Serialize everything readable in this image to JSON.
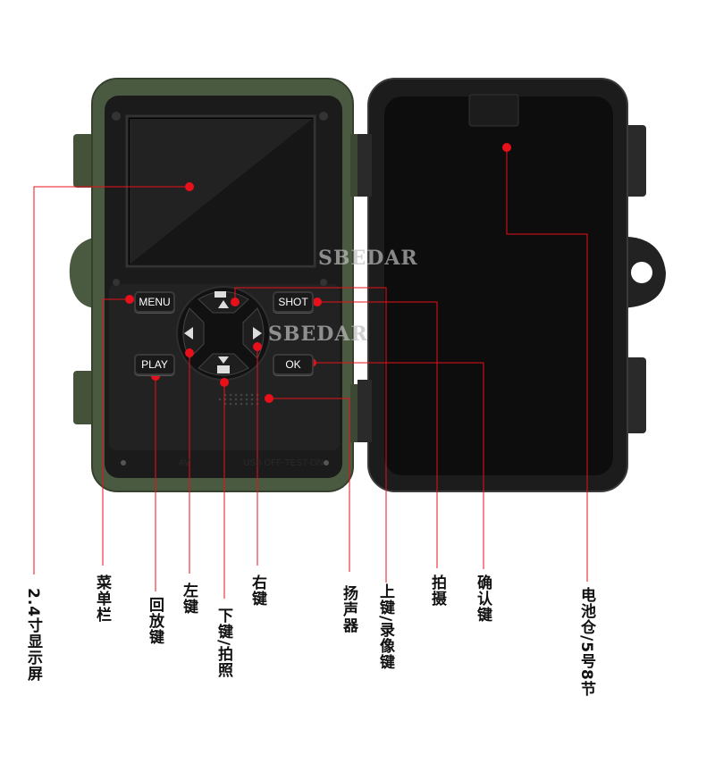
{
  "buttons": {
    "menu": "MENU",
    "shot": "SHOT",
    "play": "PLAY",
    "ok": "OK"
  },
  "watermark": "SBEDAR",
  "panel_text": {
    "av": "AV",
    "usb": "USB  OFF-TEST-ON"
  },
  "labels": {
    "display": "2.4寸显示屏",
    "menu": "菜单栏",
    "play": "回放键",
    "left": "左键",
    "down": "下键/拍照",
    "right": "右键",
    "speaker": "扬声器",
    "up": "上键/录像键",
    "shot": "拍摄",
    "ok": "确认键",
    "battery": "电池仓/5号8节"
  },
  "colors": {
    "callout": "#e8101a",
    "body": "#4a5a40",
    "panel": "#1b1b1b"
  }
}
